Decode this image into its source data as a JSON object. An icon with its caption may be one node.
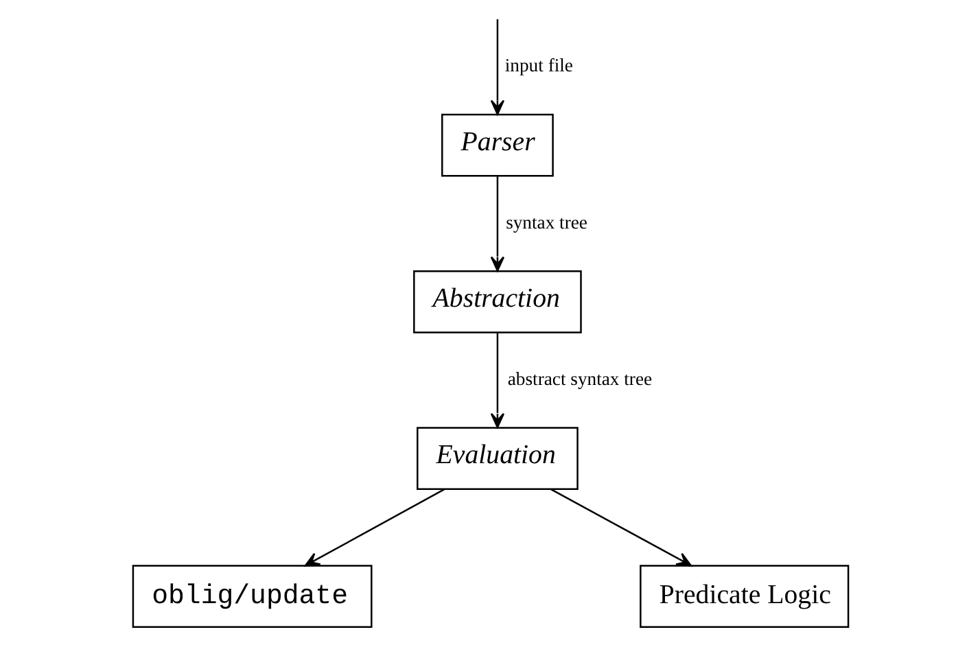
{
  "diagram": {
    "nodes": [
      {
        "text": [
          "Parser"
        ]
      },
      {
        "text": [
          "Abstraction"
        ]
      },
      {
        "text": [
          "Evaluation"
        ]
      },
      {
        "text": [
          "oblig/update"
        ]
      },
      {
        "text": [
          "Predicate Logic"
        ]
      }
    ],
    "edges": [
      {
        "from": null,
        "to": 0,
        "arrow": "to",
        "label": "input file"
      },
      {
        "from": 0,
        "to": 1,
        "arrow": "to",
        "label": "syntax tree"
      },
      {
        "from": 1,
        "to": 2,
        "arrow": "to",
        "label": "abstract syntax tree"
      },
      {
        "from": 2,
        "to": 3,
        "arrow": "to"
      },
      {
        "from": 2,
        "to": 4,
        "arrow": "to"
      }
    ]
  }
}
